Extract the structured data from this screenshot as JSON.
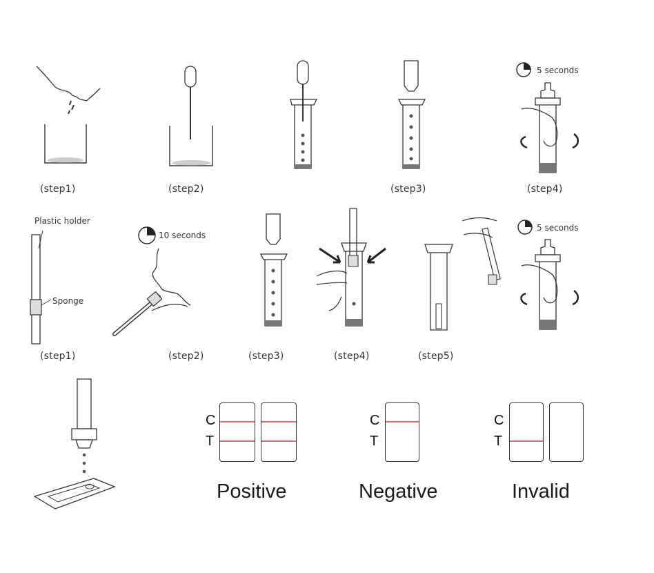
{
  "row1": {
    "step_labels": [
      "(step1)",
      "(step2)",
      "(step3)",
      "(step4)"
    ],
    "timer_text": "5 seconds"
  },
  "row2": {
    "swab_labels": {
      "holder": "Plastic holder",
      "sponge": "Sponge"
    },
    "step_labels": [
      "(step1)",
      "(step2)",
      "(step3)",
      "(step4)",
      "(step5)"
    ],
    "timer_step2": "10 seconds",
    "timer_final": "5 seconds"
  },
  "results": {
    "line_c": "C",
    "line_t": "T",
    "positive": "Positive",
    "negative": "Negative",
    "invalid": "Invalid",
    "line_color": "#e26a6a"
  }
}
